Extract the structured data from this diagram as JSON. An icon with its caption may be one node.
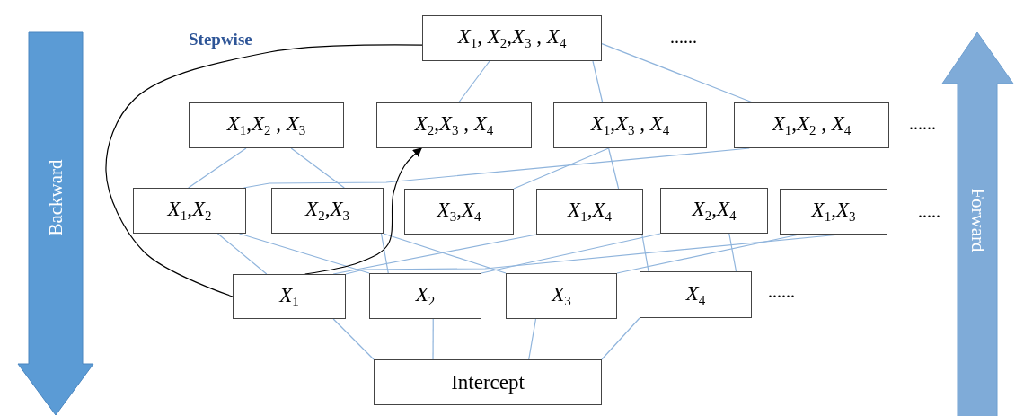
{
  "diagram": {
    "nodes": [
      {
        "text": [
          "*X*$_{1}$, *X*$_{2}$,*X*$_{3}$ , *X*$_{4}$"
        ]
      },
      {
        "text": [
          "*X*$_{1}$,*X*$_{2}$ , *X*$_{3}$"
        ]
      },
      {
        "text": [
          "*X*$_{2}$,*X*$_{3}$ , *X*$_{4}$"
        ]
      },
      {
        "text": [
          "*X*$_{1}$,*X*$_{3}$ , *X*$_{4}$"
        ]
      },
      {
        "text": [
          "*X*$_{1}$,*X*$_{2}$ , *X*$_{4}$"
        ]
      },
      {
        "text": [
          "*X*$_{1}$,*X*$_{2}$"
        ]
      },
      {
        "text": [
          "*X*$_{2}$,*X*$_{3}$"
        ]
      },
      {
        "text": [
          "*X*$_{3}$,*X*$_{4}$"
        ]
      },
      {
        "text": [
          "*X*$_{1}$,*X*$_{4}$"
        ]
      },
      {
        "text": [
          "*X*$_{2}$,*X*$_{4}$"
        ]
      },
      {
        "text": [
          "*X*$_{1}$,*X*$_{3}$"
        ]
      },
      {
        "text": [
          "*X*$_{1}$"
        ]
      },
      {
        "text": [
          "*X*$_{2}$"
        ]
      },
      {
        "text": [
          "*X*$_{3}$"
        ]
      },
      {
        "text": [
          "*X*$_{4}$"
        ]
      },
      {
        "text": [
          "Intercept"
        ]
      },
      {
        "text": [
          "Backward"
        ]
      },
      {
        "text": [
          "Forward"
        ]
      }
    ],
    "edges": [
      {
        "from": 0,
        "to": 2,
        "arrow": "none"
      },
      {
        "from": 0,
        "to": 3,
        "arrow": "none"
      },
      {
        "from": 0,
        "to": 4,
        "arrow": "none"
      },
      {
        "from": 1,
        "to": 5,
        "arrow": "none"
      },
      {
        "from": 1,
        "to": 6,
        "arrow": "none"
      },
      {
        "from": 4,
        "to": 5,
        "arrow": "none"
      },
      {
        "from": 3,
        "to": 7,
        "arrow": "none"
      },
      {
        "from": 3,
        "to": 8,
        "arrow": "none"
      },
      {
        "from": 5,
        "to": 11,
        "arrow": "none"
      },
      {
        "from": 5,
        "to": 12,
        "arrow": "none"
      },
      {
        "from": 6,
        "to": 12,
        "arrow": "none"
      },
      {
        "from": 6,
        "to": 13,
        "arrow": "none"
      },
      {
        "from": 8,
        "to": 11,
        "arrow": "none"
      },
      {
        "from": 9,
        "to": 12,
        "arrow": "none"
      },
      {
        "from": 10,
        "to": 13,
        "arrow": "none"
      },
      {
        "from": 10,
        "to": 11,
        "arrow": "none"
      },
      {
        "from": 8,
        "to": 14,
        "arrow": "none"
      },
      {
        "from": 9,
        "to": 14,
        "arrow": "none"
      },
      {
        "from": 11,
        "to": 15,
        "arrow": "none"
      },
      {
        "from": 12,
        "to": 15,
        "arrow": "none"
      },
      {
        "from": 13,
        "to": 15,
        "arrow": "none"
      },
      {
        "from": 14,
        "to": 15,
        "arrow": "none"
      },
      {
        "from": 0,
        "to": 11,
        "arrow": "none",
        "color": "#000000"
      },
      {
        "from": 11,
        "to": 2,
        "arrow": "to",
        "color": "#000000"
      }
    ],
    "labels": [
      "Stepwise",
      "......",
      "......",
      ".....",
      "......"
    ]
  }
}
